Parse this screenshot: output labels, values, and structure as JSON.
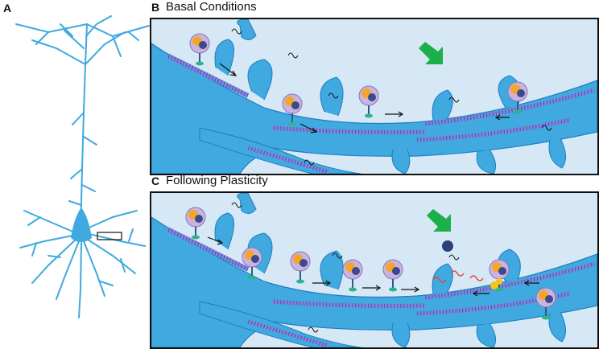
{
  "panel_a": {
    "letter": "A"
  },
  "panel_b": {
    "letter": "B",
    "title": "Basal Conditions"
  },
  "panel_c": {
    "letter": "C",
    "title": "Following Plasticity"
  },
  "colors": {
    "dendrite": "#3fa9e0",
    "dendrite_outline": "#1f7fbf",
    "background": "#d6e8f5",
    "microtubule": "#5a5ec2",
    "arrow_green": "#1bb04a",
    "cargo": "#b9a7d6",
    "motor": "#2f7fa0",
    "polysome": "#f5c518",
    "mrna": "#e04a3a"
  },
  "icons": [
    "neuron-icon",
    "cargo-complex-icon",
    "motor-protein-icon",
    "mrna-icon",
    "green-arrow-icon",
    "microtubule-icon",
    "ribosome-icon"
  ]
}
